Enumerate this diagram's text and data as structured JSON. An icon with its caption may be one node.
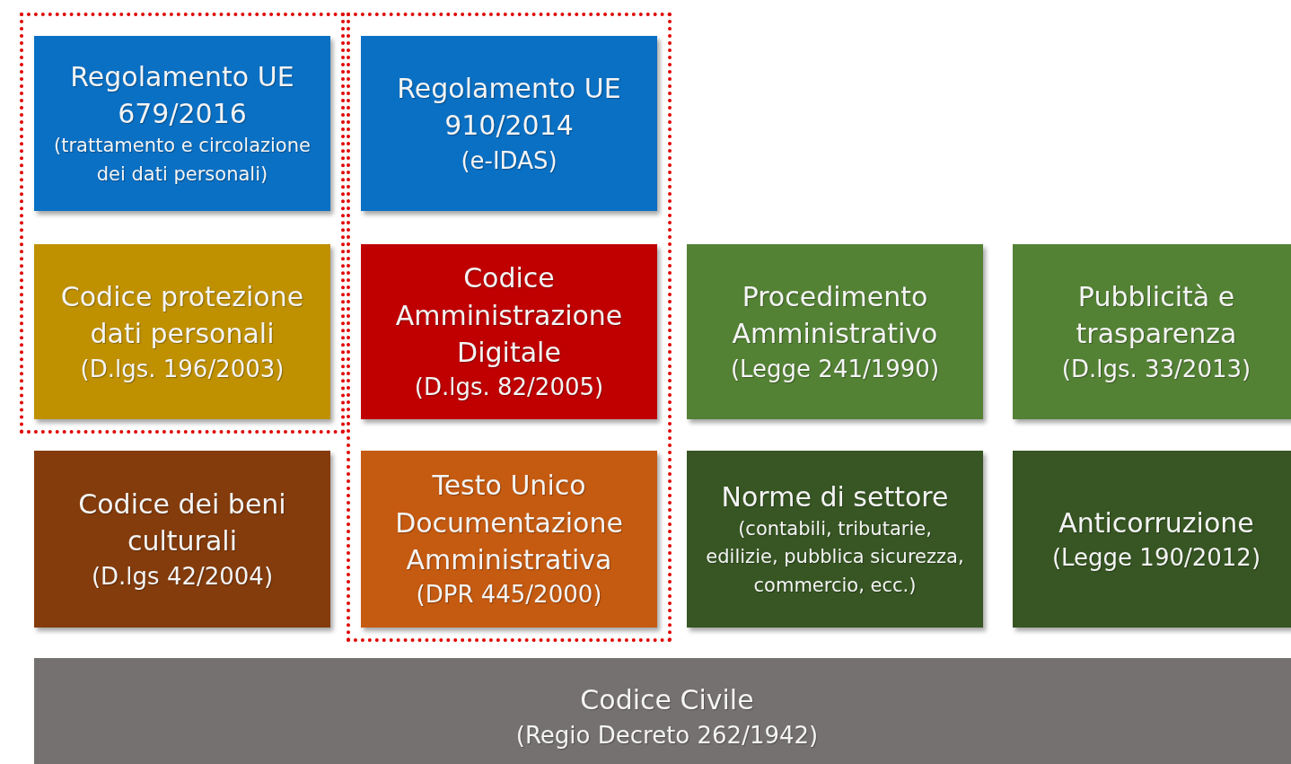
{
  "diagram": {
    "nodes": [
      {
        "text": [],
        "shape": "box"
      },
      {
        "text": [],
        "shape": "box"
      },
      {
        "text": [
          "Regolamento UE 679/2016",
          "(trattamento e circolazione dei dati personali)"
        ],
        "in": 0
      },
      {
        "text": [
          "Regolamento UE 910/2014",
          "(e-IDAS)"
        ],
        "in": 1
      },
      {
        "text": [
          "Codice protezione dati personali",
          "(D.lgs. 196/2003)"
        ],
        "in": 0
      },
      {
        "text": [
          "Codice Amministrazione Digitale",
          "(D.lgs. 82/2005)"
        ],
        "in": 1
      },
      {
        "text": [
          "Procedimento Amministrativo",
          "(Legge 241/1990)"
        ]
      },
      {
        "text": [
          "Pubblicità e trasparenza",
          "(D.lgs. 33/2013)"
        ]
      },
      {
        "text": [
          "Codice dei beni culturali",
          "(D.lgs 42/2004)"
        ]
      },
      {
        "text": [
          "Testo Unico Documentazione Amministrativa",
          "(DPR 445/2000)"
        ],
        "in": 1
      },
      {
        "text": [
          "Norme di settore",
          "(contabili, tributarie, edilizie, pubblica sicurezza, commercio, ecc.)"
        ]
      },
      {
        "text": [
          "Anticorruzione",
          "(Legge 190/2012)"
        ]
      },
      {
        "text": [
          "Codice Civile",
          "(Regio Decreto 262/1942)"
        ]
      }
    ]
  }
}
